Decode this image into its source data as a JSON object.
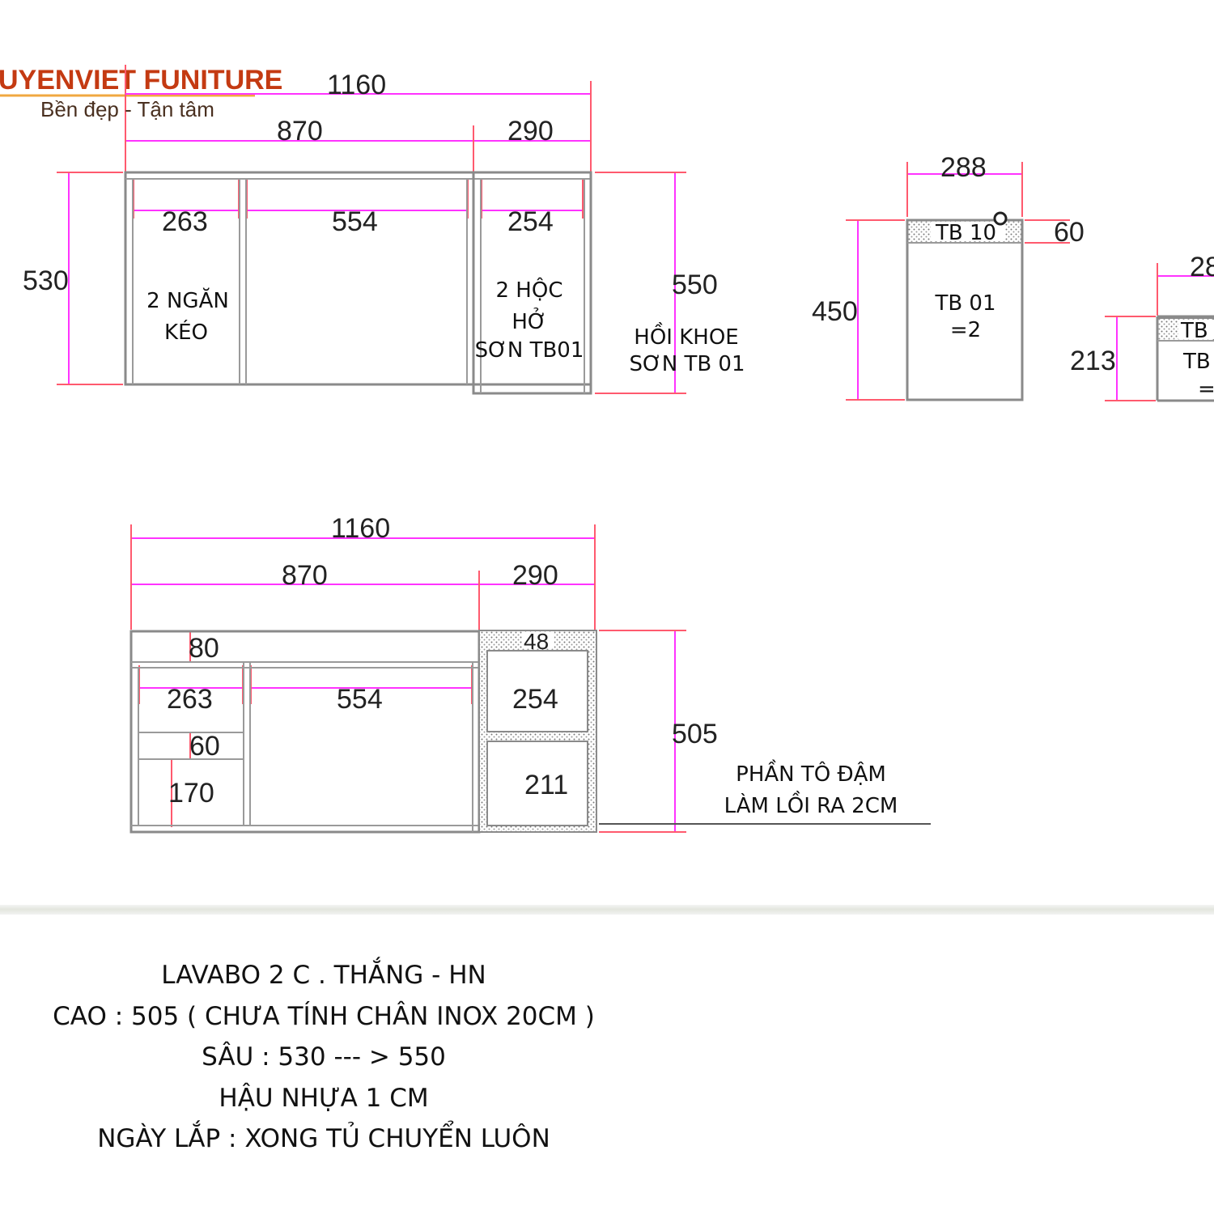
{
  "brand": {
    "name": "UYENVIET FUNITURE",
    "tagline": "Bền đẹp - Tận tâm"
  },
  "top_view": {
    "total_width": "1160",
    "left_width": "870",
    "right_width": "290",
    "depth_left": "530",
    "depth_right": "550",
    "col_a": "263",
    "col_b": "554",
    "col_c": "254",
    "drawer_label_1": "2 NGĂN",
    "drawer_label_2": "KÉO",
    "open_label_1": "2 HỘC",
    "open_label_2": "HỞ",
    "open_label_3": "SƠN TB01",
    "recess_label_1": "HỒI KHOE",
    "recess_label_2": "SƠN TB 01"
  },
  "side_view_1": {
    "width": "288",
    "height": "450",
    "top": "60",
    "top_label": "TB 10",
    "body_label_1": "TB 01",
    "body_label_2": "=2"
  },
  "side_view_2": {
    "width": "28",
    "height": "213",
    "top_label": "TB",
    "body_label_1": "TB",
    "body_label_2": "="
  },
  "front_view": {
    "total_width": "1160",
    "left_width": "870",
    "right_width": "290",
    "height": "505",
    "top_rail": "80",
    "top_rail_right": "48",
    "col_a": "263",
    "col_b": "554",
    "col_c": "254",
    "mid_rail": "60",
    "lower_a": "170",
    "lower_c": "211",
    "note_1": "PHẦN TÔ ĐẬM",
    "note_2": "LÀM LỒI RA 2CM"
  },
  "notes": [
    "LAVABO 2 C . THẮNG - HN",
    "CAO : 505 ( CHƯA TÍNH CHÂN INOX 20CM )",
    "SÂU : 530 --- > 550",
    "HẬU NHỰA 1 CM",
    "NGÀY LẮP : XONG TỦ CHUYỂN LUÔN"
  ],
  "colors": {
    "dimension_line": "#ff33ff",
    "extension_line": "#ff5a6e",
    "panel_edge": "#8a8a8a",
    "brand": "#c43a12"
  }
}
